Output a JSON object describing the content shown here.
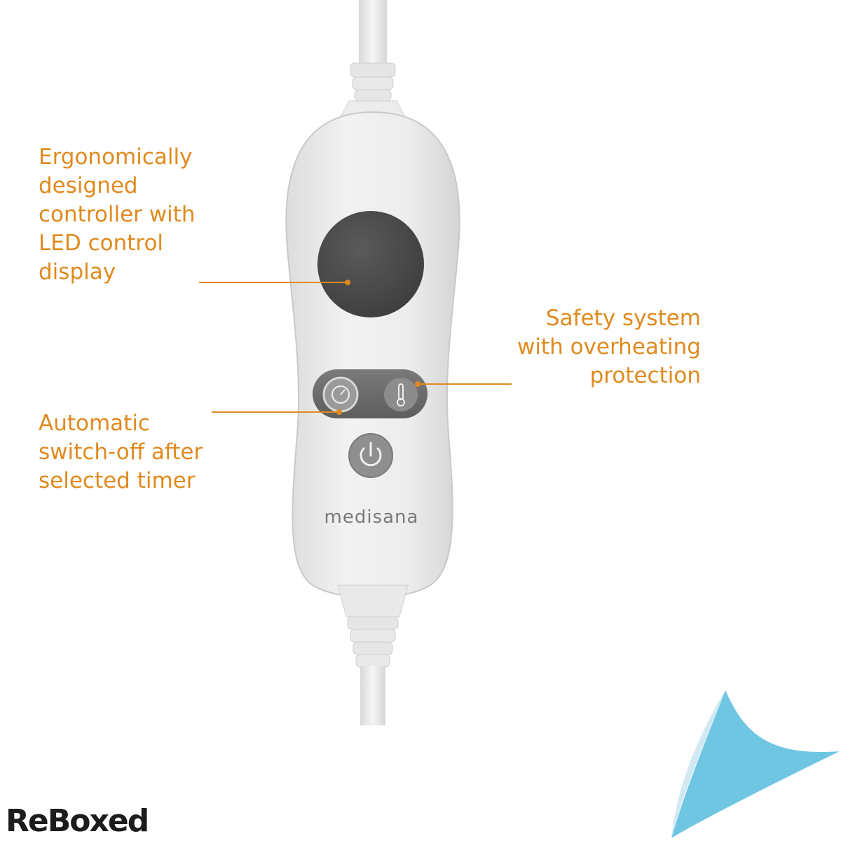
{
  "colors": {
    "callout": "#e08a1e",
    "housing": "#ebebeb",
    "display": "#4a4a4a",
    "button_grey": "#8f8f8f",
    "logo_text": "#7a7a7a",
    "brand_dark": "#1c1c1c",
    "corner_blue": "#6ec6e3"
  },
  "callouts": {
    "display": "Ergonomically\ndesigned\ncontroller with\nLED control\ndisplay",
    "safety": "Safety system\nwith overheating\nprotection",
    "timer": "Automatic\nswitch-off after\nselected timer"
  },
  "device": {
    "brand": "medisana"
  },
  "brand_logo": "ReBoxed",
  "icons": {
    "timer": "timer-dial-icon",
    "thermometer": "thermometer-icon",
    "power": "power-icon"
  }
}
